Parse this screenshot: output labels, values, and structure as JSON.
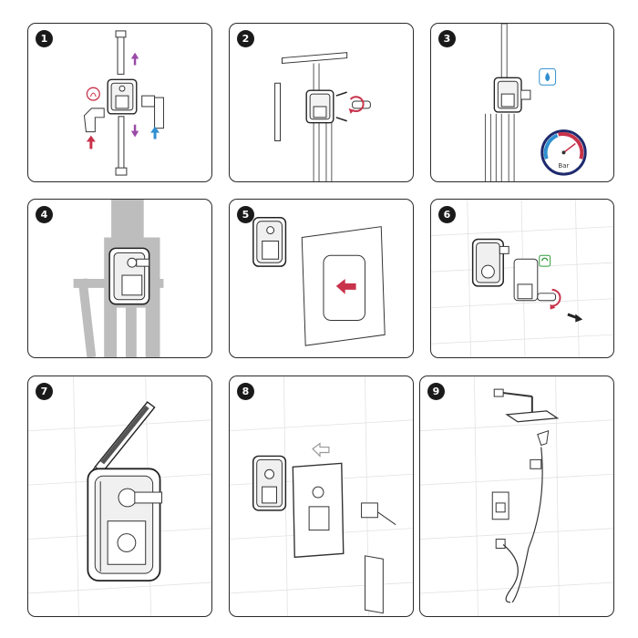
{
  "panels": [
    {
      "step": "1"
    },
    {
      "step": "2"
    },
    {
      "step": "3",
      "gauge_label": "Bar"
    },
    {
      "step": "4"
    },
    {
      "step": "5"
    },
    {
      "step": "6"
    },
    {
      "step": "7"
    },
    {
      "step": "8"
    },
    {
      "step": "9"
    }
  ],
  "colors": {
    "hot": "#c8324a",
    "cold": "#2f8fd0",
    "return": "#9a4aa8",
    "wall": "#bdbdbd",
    "eco": "#2e9a3a"
  }
}
